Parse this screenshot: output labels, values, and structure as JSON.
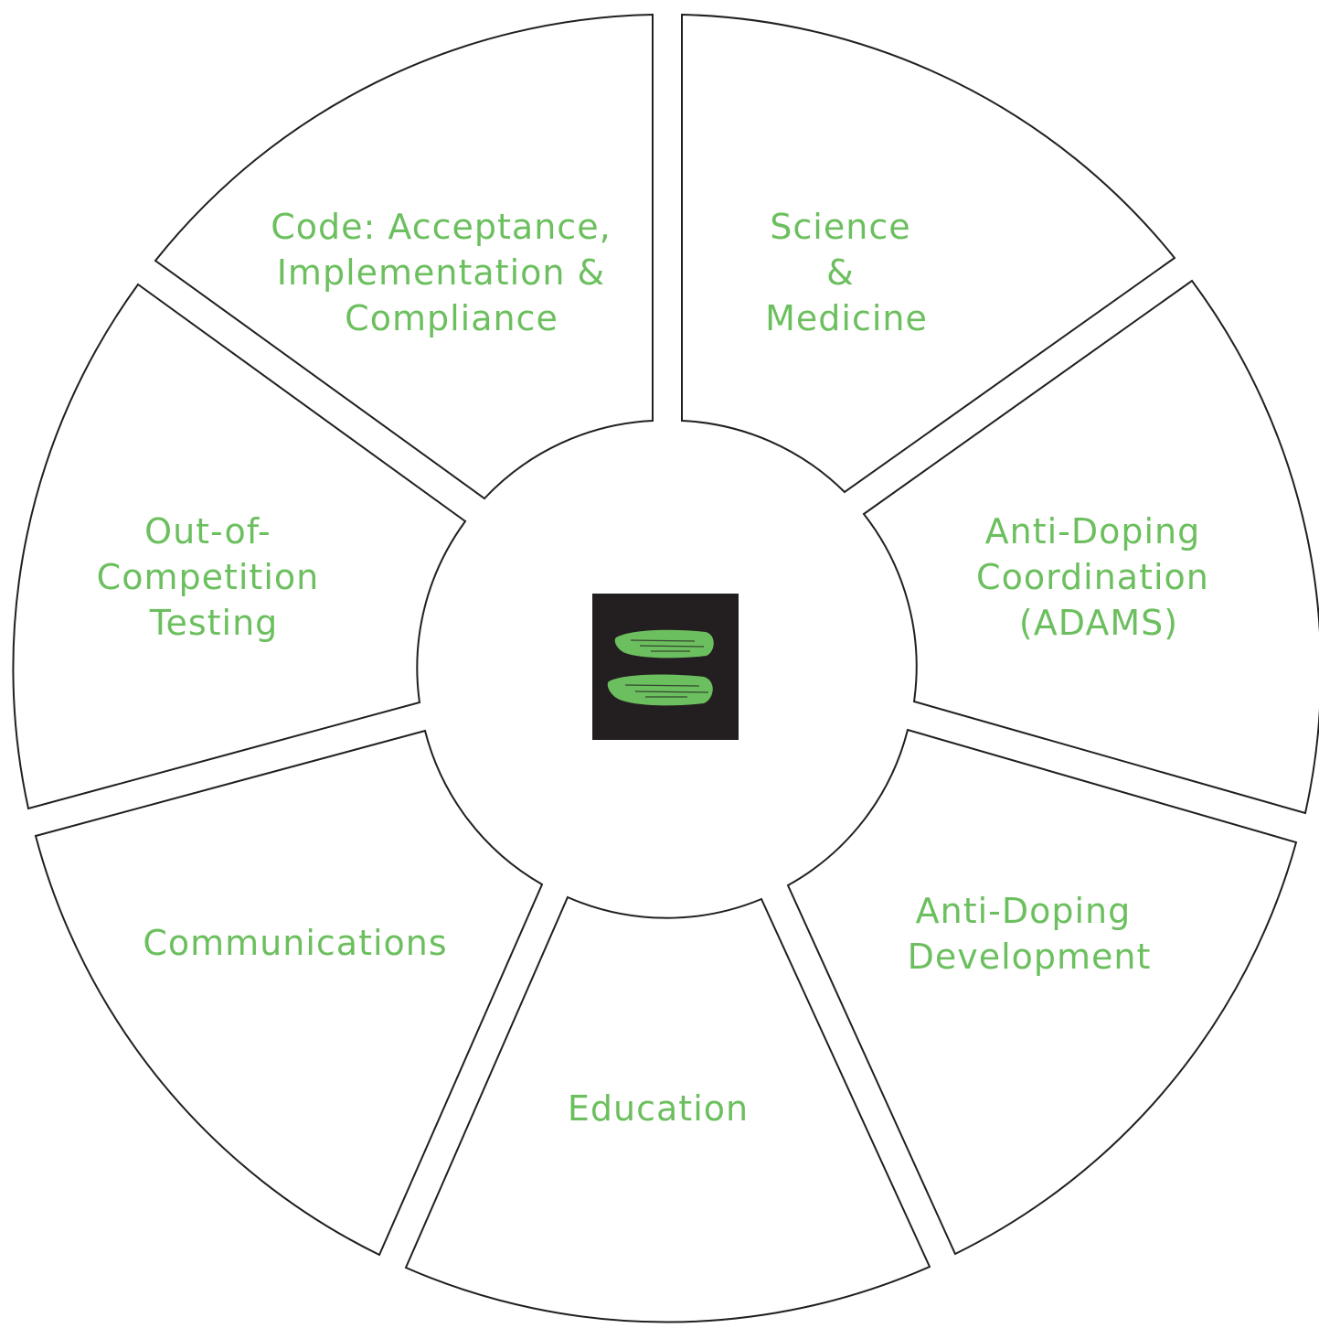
{
  "diagram": {
    "colors": {
      "label": "#6cbf5e",
      "outline": "#231f20",
      "logo_background": "#231f20",
      "logo_mark": "#6cbf5e"
    },
    "center_logo": {
      "icon": "equals-brush-stroke-icon"
    },
    "segments": [
      {
        "lines": [
          "Science",
          "&",
          "Medicine"
        ]
      },
      {
        "lines": [
          "Anti-Doping",
          "Coordination",
          "(ADAMS)"
        ]
      },
      {
        "lines": [
          "Anti-Doping",
          "Development"
        ]
      },
      {
        "lines": [
          "Education"
        ]
      },
      {
        "lines": [
          "Communications"
        ]
      },
      {
        "lines": [
          "Out-of-",
          "Competition",
          "Testing"
        ]
      },
      {
        "lines": [
          "Code: Acceptance,",
          "Implementation &",
          "Compliance"
        ]
      }
    ]
  }
}
